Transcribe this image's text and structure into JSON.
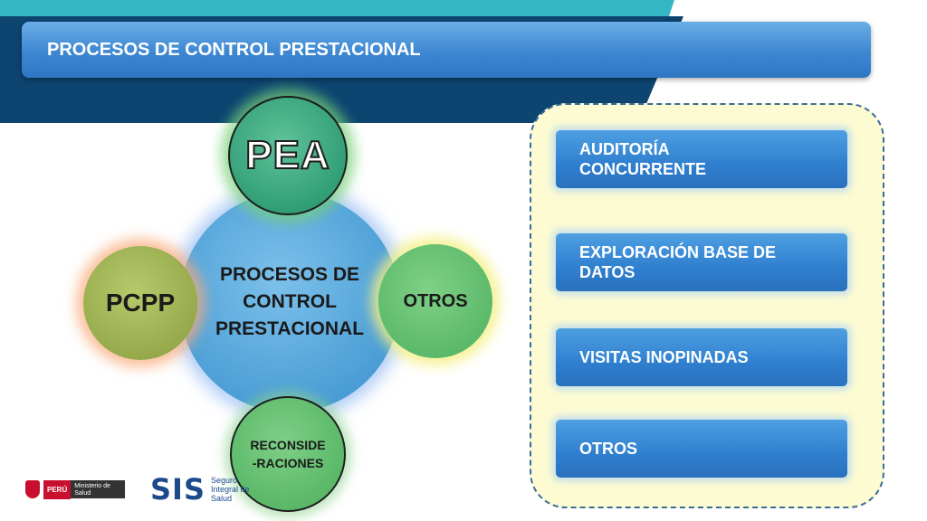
{
  "slide": {
    "title": "PROCESOS DE CONTROL PRESTACIONAL"
  },
  "diagram": {
    "center": "PROCESOS DE CONTROL PRESTACIONAL",
    "top": "PEA",
    "left": "PCPP",
    "right": "OTROS",
    "bottom": "RECONSIDE -RACIONES"
  },
  "panel": {
    "items": [
      "AUDITORÍA CONCURRENTE",
      "EXPLORACIÓN BASE DE DATOS",
      "VISITAS INOPINADAS",
      "OTROS"
    ]
  },
  "logos": {
    "peru": "PERÚ",
    "ministerio": "Ministerio de Salud",
    "sis": "SIS",
    "sis_subtitle": "Seguro Integral de Salud"
  },
  "colors": {
    "teal": "#35b6c3",
    "navy": "#0d4470",
    "title_blue": "#3d87d2",
    "panel_fill": "#fdfbd2"
  }
}
